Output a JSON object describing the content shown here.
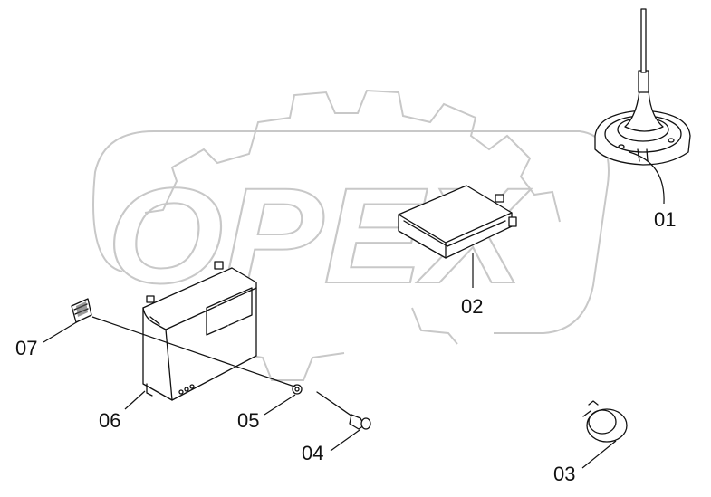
{
  "watermark": {
    "text": "OPEX"
  },
  "corner_note": "",
  "parts": [
    {
      "callout": "01",
      "icon": "antenna-icon"
    },
    {
      "callout": "02",
      "icon": "module-box-icon"
    },
    {
      "callout": "03",
      "icon": "clamp-ring-icon"
    },
    {
      "callout": "04",
      "icon": "bolt-icon"
    },
    {
      "callout": "05",
      "icon": "washer-icon"
    },
    {
      "callout": "06",
      "icon": "radio-unit-icon"
    },
    {
      "callout": "07",
      "icon": "label-plate-icon"
    }
  ]
}
